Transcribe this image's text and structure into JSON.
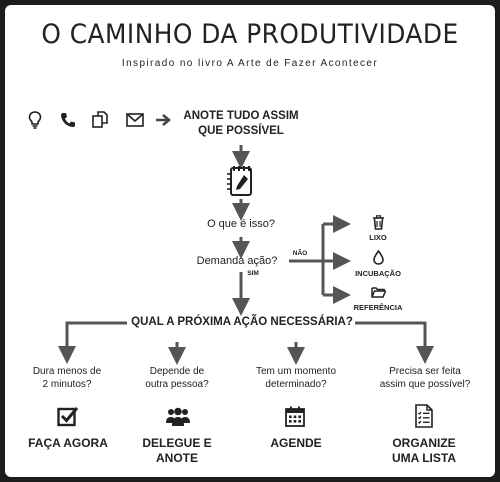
{
  "title": "O CAMINHO DA PRODUTIVIDADE",
  "subtitle": "Inspirado no livro A Arte de Fazer Acontecer",
  "capture": {
    "line1": "ANOTE TUDO ASSIM",
    "line2": "QUE POSSÍVEL",
    "icons": [
      "lightbulb-icon",
      "phone-icon",
      "copy-icon",
      "envelope-icon",
      "arrow-right-icon"
    ]
  },
  "question_what": "O que é isso?",
  "question_action": "Demanda ação?",
  "label_no": "NÃO",
  "label_yes": "SIM",
  "no_branches": [
    {
      "label": "LIXO",
      "icon": "trash-icon"
    },
    {
      "label": "INCUBAÇÃO",
      "icon": "drop-icon"
    },
    {
      "label": "REFERÊNCIA",
      "icon": "folder-icon"
    }
  ],
  "next_action": "QUAL A PRÓXIMA AÇÃO NECESSÁRIA?",
  "outcomes": [
    {
      "question_l1": "Dura menos de",
      "question_l2": "2 minutos?",
      "action_l1": "FAÇA AGORA",
      "action_l2": "",
      "icon": "checkbox-icon"
    },
    {
      "question_l1": "Depende de",
      "question_l2": "outra pessoa?",
      "action_l1": "DELEGUE E",
      "action_l2": "ANOTE",
      "icon": "people-icon"
    },
    {
      "question_l1": "Tem um momento",
      "question_l2": "determinado?",
      "action_l1": "AGENDE",
      "action_l2": "",
      "icon": "calendar-icon"
    },
    {
      "question_l1": "Precisa ser feita",
      "question_l2": "assim que possível?",
      "action_l1": "ORGANIZE",
      "action_l2": "UMA LISTA",
      "icon": "list-icon"
    }
  ],
  "colors": {
    "ink": "#222222",
    "arrow": "#555555",
    "background": "#ffffff",
    "border": "#1c1c1c"
  }
}
